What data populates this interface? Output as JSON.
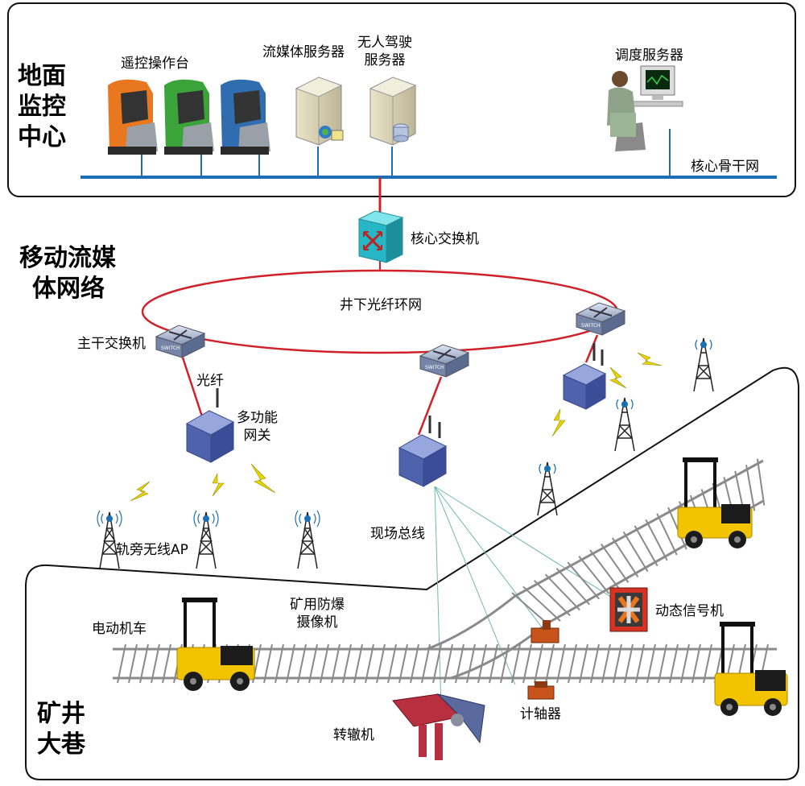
{
  "ground_center": {
    "title_lines": [
      "地面",
      "监控",
      "中心"
    ],
    "console_label": "遥控操作台",
    "media_server_label": "流媒体服务器",
    "autonomous_server_label": [
      "无人驾驶",
      "服务器"
    ],
    "dispatch_server_label": "调度服务器",
    "backbone_label": "核心骨干网"
  },
  "mobile_network": {
    "title_lines": [
      "移动流媒",
      "体网络"
    ],
    "core_switch_label": "核心交换机",
    "ring_label": "井下光纤环网",
    "trunk_switch_label": "主干交换机",
    "fiber_label": "光纤",
    "gateway_label": [
      "多功能",
      "网关"
    ],
    "ap_label": "轨旁无线AP",
    "fieldbus_label": "现场总线"
  },
  "mine_roadway": {
    "title_lines": [
      "矿井",
      "大巷"
    ],
    "locomotive_label": "电动机车",
    "camera_label": [
      "矿用防爆",
      "摄像机"
    ],
    "signal_label": "动态信号机",
    "axle_counter_label": "计轴器",
    "switch_machine_label": "转辙机"
  },
  "colors": {
    "backbone": "#1c6fb5",
    "ring": "#d0202a",
    "fiber": "#d0202a",
    "device": "#5a6fb8",
    "locomotive": "#f2c300",
    "rail": "#8a8a8a",
    "wireless": "#e8d400",
    "console_colors": [
      "#e8771f",
      "#3aa33a",
      "#2f6db0"
    ]
  }
}
